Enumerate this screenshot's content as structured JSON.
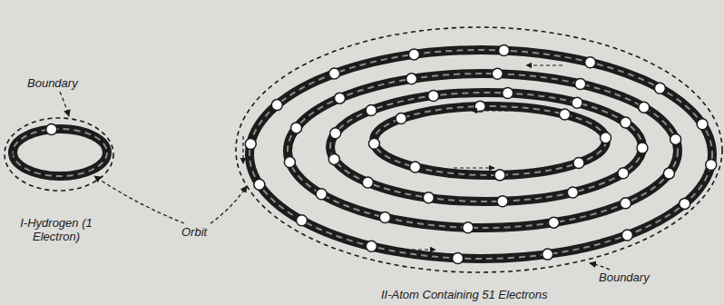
{
  "diagram": {
    "labels": [
      "Boundary",
      "Orbit",
      "I-Hydrogen (1 Electron)",
      "Boundary",
      "II-Atom Containing 51 Electrons"
    ]
  }
}
